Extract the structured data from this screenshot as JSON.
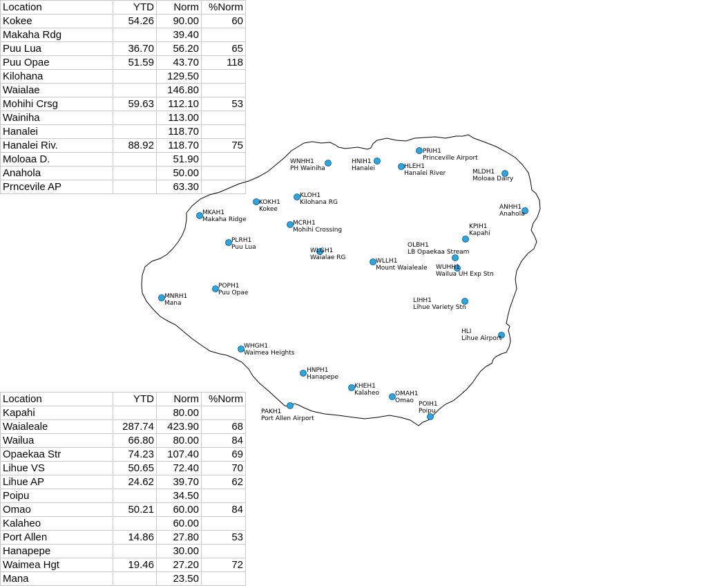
{
  "table_top": {
    "headers": [
      "Location",
      "YTD",
      "Norm",
      "%Norm"
    ],
    "rows": [
      [
        "Kokee",
        "54.26",
        "90.00",
        "60"
      ],
      [
        "Makaha Rdg",
        "",
        "39.40",
        ""
      ],
      [
        "Puu Lua",
        "36.70",
        "56.20",
        "65"
      ],
      [
        "Puu Opae",
        "51.59",
        "43.70",
        "118"
      ],
      [
        "Kilohana",
        "",
        "129.50",
        ""
      ],
      [
        "Waialae",
        "",
        "146.80",
        ""
      ],
      [
        "Mohihi Crsg",
        "59.63",
        "112.10",
        "53"
      ],
      [
        "Wainiha",
        "",
        "113.00",
        ""
      ],
      [
        "Hanalei",
        "",
        "118.70",
        ""
      ],
      [
        "Hanalei Riv.",
        "88.92",
        "118.70",
        "75"
      ],
      [
        "Moloaa D.",
        "",
        "51.90",
        ""
      ],
      [
        "Anahola",
        "",
        "50.00",
        ""
      ],
      [
        "Prncevile AP",
        "",
        "63.30",
        ""
      ]
    ]
  },
  "table_bottom": {
    "headers": [
      "Location",
      "YTD",
      "Norm",
      "%Norm"
    ],
    "rows": [
      [
        "Kapahi",
        "",
        "80.00",
        ""
      ],
      [
        "Waialeale",
        "287.74",
        "423.90",
        "68"
      ],
      [
        "Wailua",
        "66.80",
        "80.00",
        "84"
      ],
      [
        "Opaekaa Str",
        "74.23",
        "107.40",
        "69"
      ],
      [
        "Lihue VS",
        "50.65",
        "72.40",
        "70"
      ],
      [
        "Lihue AP",
        "24.62",
        "39.70",
        "62"
      ],
      [
        "Poipu",
        "",
        "34.50",
        ""
      ],
      [
        "Omao",
        "50.21",
        "60.00",
        "84"
      ],
      [
        "Kalaheo",
        "",
        "60.00",
        ""
      ],
      [
        "Port Allen",
        "14.86",
        "27.80",
        "53"
      ],
      [
        "Hanapepe",
        "",
        "30.00",
        ""
      ],
      [
        "Waimea Hgt",
        "19.46",
        "27.20",
        "72"
      ],
      [
        "Mana",
        "",
        "23.50",
        ""
      ]
    ]
  },
  "map": {
    "marker_color": "#2aa7e0",
    "stations": [
      {
        "code": "WNHH1",
        "name": "PH Wainiha"
      },
      {
        "code": "HNIH1",
        "name": "Hanalei"
      },
      {
        "code": "PRIH1",
        "name": "Princeville Airport"
      },
      {
        "code": "HLEH1",
        "name": "Hanalei River"
      },
      {
        "code": "MLDH1",
        "name": "Moloaa Dairy"
      },
      {
        "code": "ANHH1",
        "name": "Anahola"
      },
      {
        "code": "KOKH1",
        "name": "Kokee"
      },
      {
        "code": "KLOH1",
        "name": "Kilohana RG"
      },
      {
        "code": "MKAH1",
        "name": "Makaha Ridge"
      },
      {
        "code": "MCRH1",
        "name": "Mohihi Crossing"
      },
      {
        "code": "KPIH1",
        "name": "Kapahi"
      },
      {
        "code": "PLRH1",
        "name": "Puu Lua"
      },
      {
        "code": "OLBH1",
        "name": "LB Opaekaa Stream"
      },
      {
        "code": "WLGH1",
        "name": "Waialae RG"
      },
      {
        "code": "WLLH1",
        "name": "Mount Waialeale"
      },
      {
        "code": "WUHH1",
        "name": "Wailua UH Exp Stn"
      },
      {
        "code": "POPH1",
        "name": "Puu Opae"
      },
      {
        "code": "MNRH1",
        "name": "Mana"
      },
      {
        "code": "LIHH1",
        "name": "Lihue Variety Stn"
      },
      {
        "code": "HLI",
        "name": "Lihue Airport"
      },
      {
        "code": "WHGH1",
        "name": "Waimea Heights"
      },
      {
        "code": "HNPH1",
        "name": "Hanapepe"
      },
      {
        "code": "KHEH1",
        "name": "Kalaheo"
      },
      {
        "code": "OMAH1",
        "name": "Omao"
      },
      {
        "code": "POIH1",
        "name": "Poipu"
      },
      {
        "code": "PAKH1",
        "name": "Port Allen Airport"
      }
    ]
  }
}
